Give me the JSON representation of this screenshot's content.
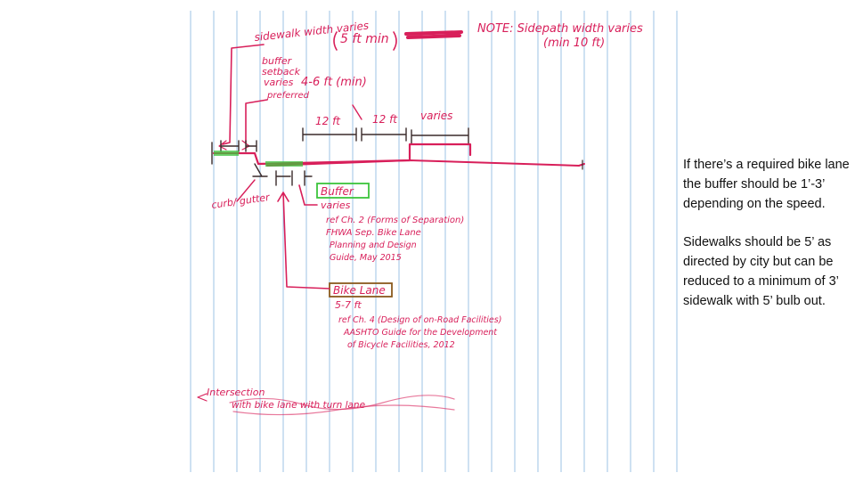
{
  "sketch": {
    "annotations": {
      "sidewalk_width": "sidewalk width varies",
      "sidewalk_min": "5 ft min",
      "note_sidepath": "NOTE: Sidepath width varies",
      "note_sidepath_min": "(min 10 ft)",
      "buffer_setback_1": "buffer",
      "buffer_setback_2": "setback",
      "buffer_setback_3": "varies",
      "buffer_setback_4": "preferred",
      "buffer_setback_value": "4-6 ft (min)",
      "lane_12ft_a": "12 ft",
      "lane_12ft_b": "12 ft",
      "varies_right": "varies",
      "curb_gutter": "curb/ gutter",
      "buffer_label": "Buffer",
      "buffer_varies": "varies",
      "buffer_ref_1": "ref Ch. 2 (Forms of Separation)",
      "buffer_ref_2": "FHWA Sep. Bike Lane",
      "buffer_ref_3": "Planning and Design",
      "buffer_ref_4": "Guide, May 2015",
      "bike_lane_label": "Bike Lane",
      "bike_lane_width": "5-7 ft",
      "bike_ref_1": "ref Ch. 4 (Design of on-Road Facilities)",
      "bike_ref_2": "AASHTO Guide for the Development",
      "bike_ref_3": "of Bicycle Facilities, 2012",
      "intersection_1": "Intersection",
      "intersection_2": "with bike lane with turn lane"
    },
    "colors": {
      "ink": "#d81f5a",
      "grid": "#9ec3e6",
      "highlight_green": "#3cc43c",
      "highlight_brown": "#8a5a1e"
    }
  },
  "notes": {
    "paragraph_1": "If there’s a required bike lane the buffer should be 1’-3’ depending on the speed.",
    "paragraph_2": "Sidewalks should be 5’ as directed by city but can be reduced to a minimum of 3’ sidewalk with 5’ bulb out."
  }
}
